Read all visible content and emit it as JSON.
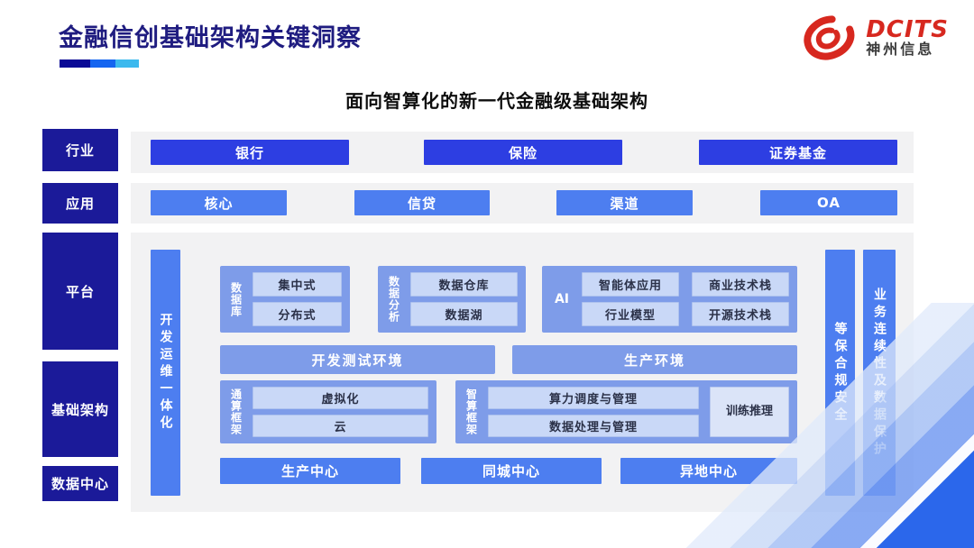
{
  "header": {
    "title": "金融信创基础架构关键洞察",
    "logo": {
      "brand": "DCITS",
      "company": "神州信息"
    }
  },
  "subtitle": "面向智算化的新一代金融级基础架构",
  "side_labels": {
    "industry": "行业",
    "application": "应用",
    "platform": "平台",
    "infrastructure": "基础架构",
    "datacenter": "数据中心"
  },
  "industry_row": {
    "items": [
      "银行",
      "保险",
      "证券基金"
    ]
  },
  "application_row": {
    "items": [
      "核心",
      "信贷",
      "渠道",
      "OA"
    ]
  },
  "platform_area": {
    "devops_bar": "开发运维一体化",
    "database": {
      "label": "数据库",
      "items": [
        "集中式",
        "分布式"
      ]
    },
    "analytics": {
      "label": "数据分析",
      "items": [
        "数据仓库",
        "数据湖"
      ]
    },
    "ai": {
      "label": "AI",
      "items": [
        "智能体应用",
        "商业技术栈",
        "行业模型",
        "开源技术栈"
      ]
    },
    "environments": [
      "开发测试环境",
      "生产环境"
    ],
    "general_compute": {
      "label": "通算框架",
      "items": [
        "虚拟化",
        "云"
      ]
    },
    "intelligent_compute": {
      "label": "智算框架",
      "items": [
        "算力调度与管理",
        "数据处理与管理"
      ],
      "side_item": "训练推理"
    },
    "centers": [
      "生产中心",
      "同城中心",
      "异地中心"
    ],
    "security_bar": "等保合规安全",
    "continuity_bar": "业务连续性及数据保护"
  },
  "colors": {
    "title_navy": "#1f1c80",
    "sidebar_navy": "#1b1a99",
    "primary_blue": "#2d3ee2",
    "medium_blue": "#4d7ef0",
    "group_blue": "#7e9ce9",
    "light_box_blue": "#c9d8f7",
    "band_grey": "#f2f2f3",
    "logo_red": "#d7281f",
    "underline_segments": [
      "#0a0a96",
      "#1565f0",
      "#3cb9ee"
    ]
  }
}
